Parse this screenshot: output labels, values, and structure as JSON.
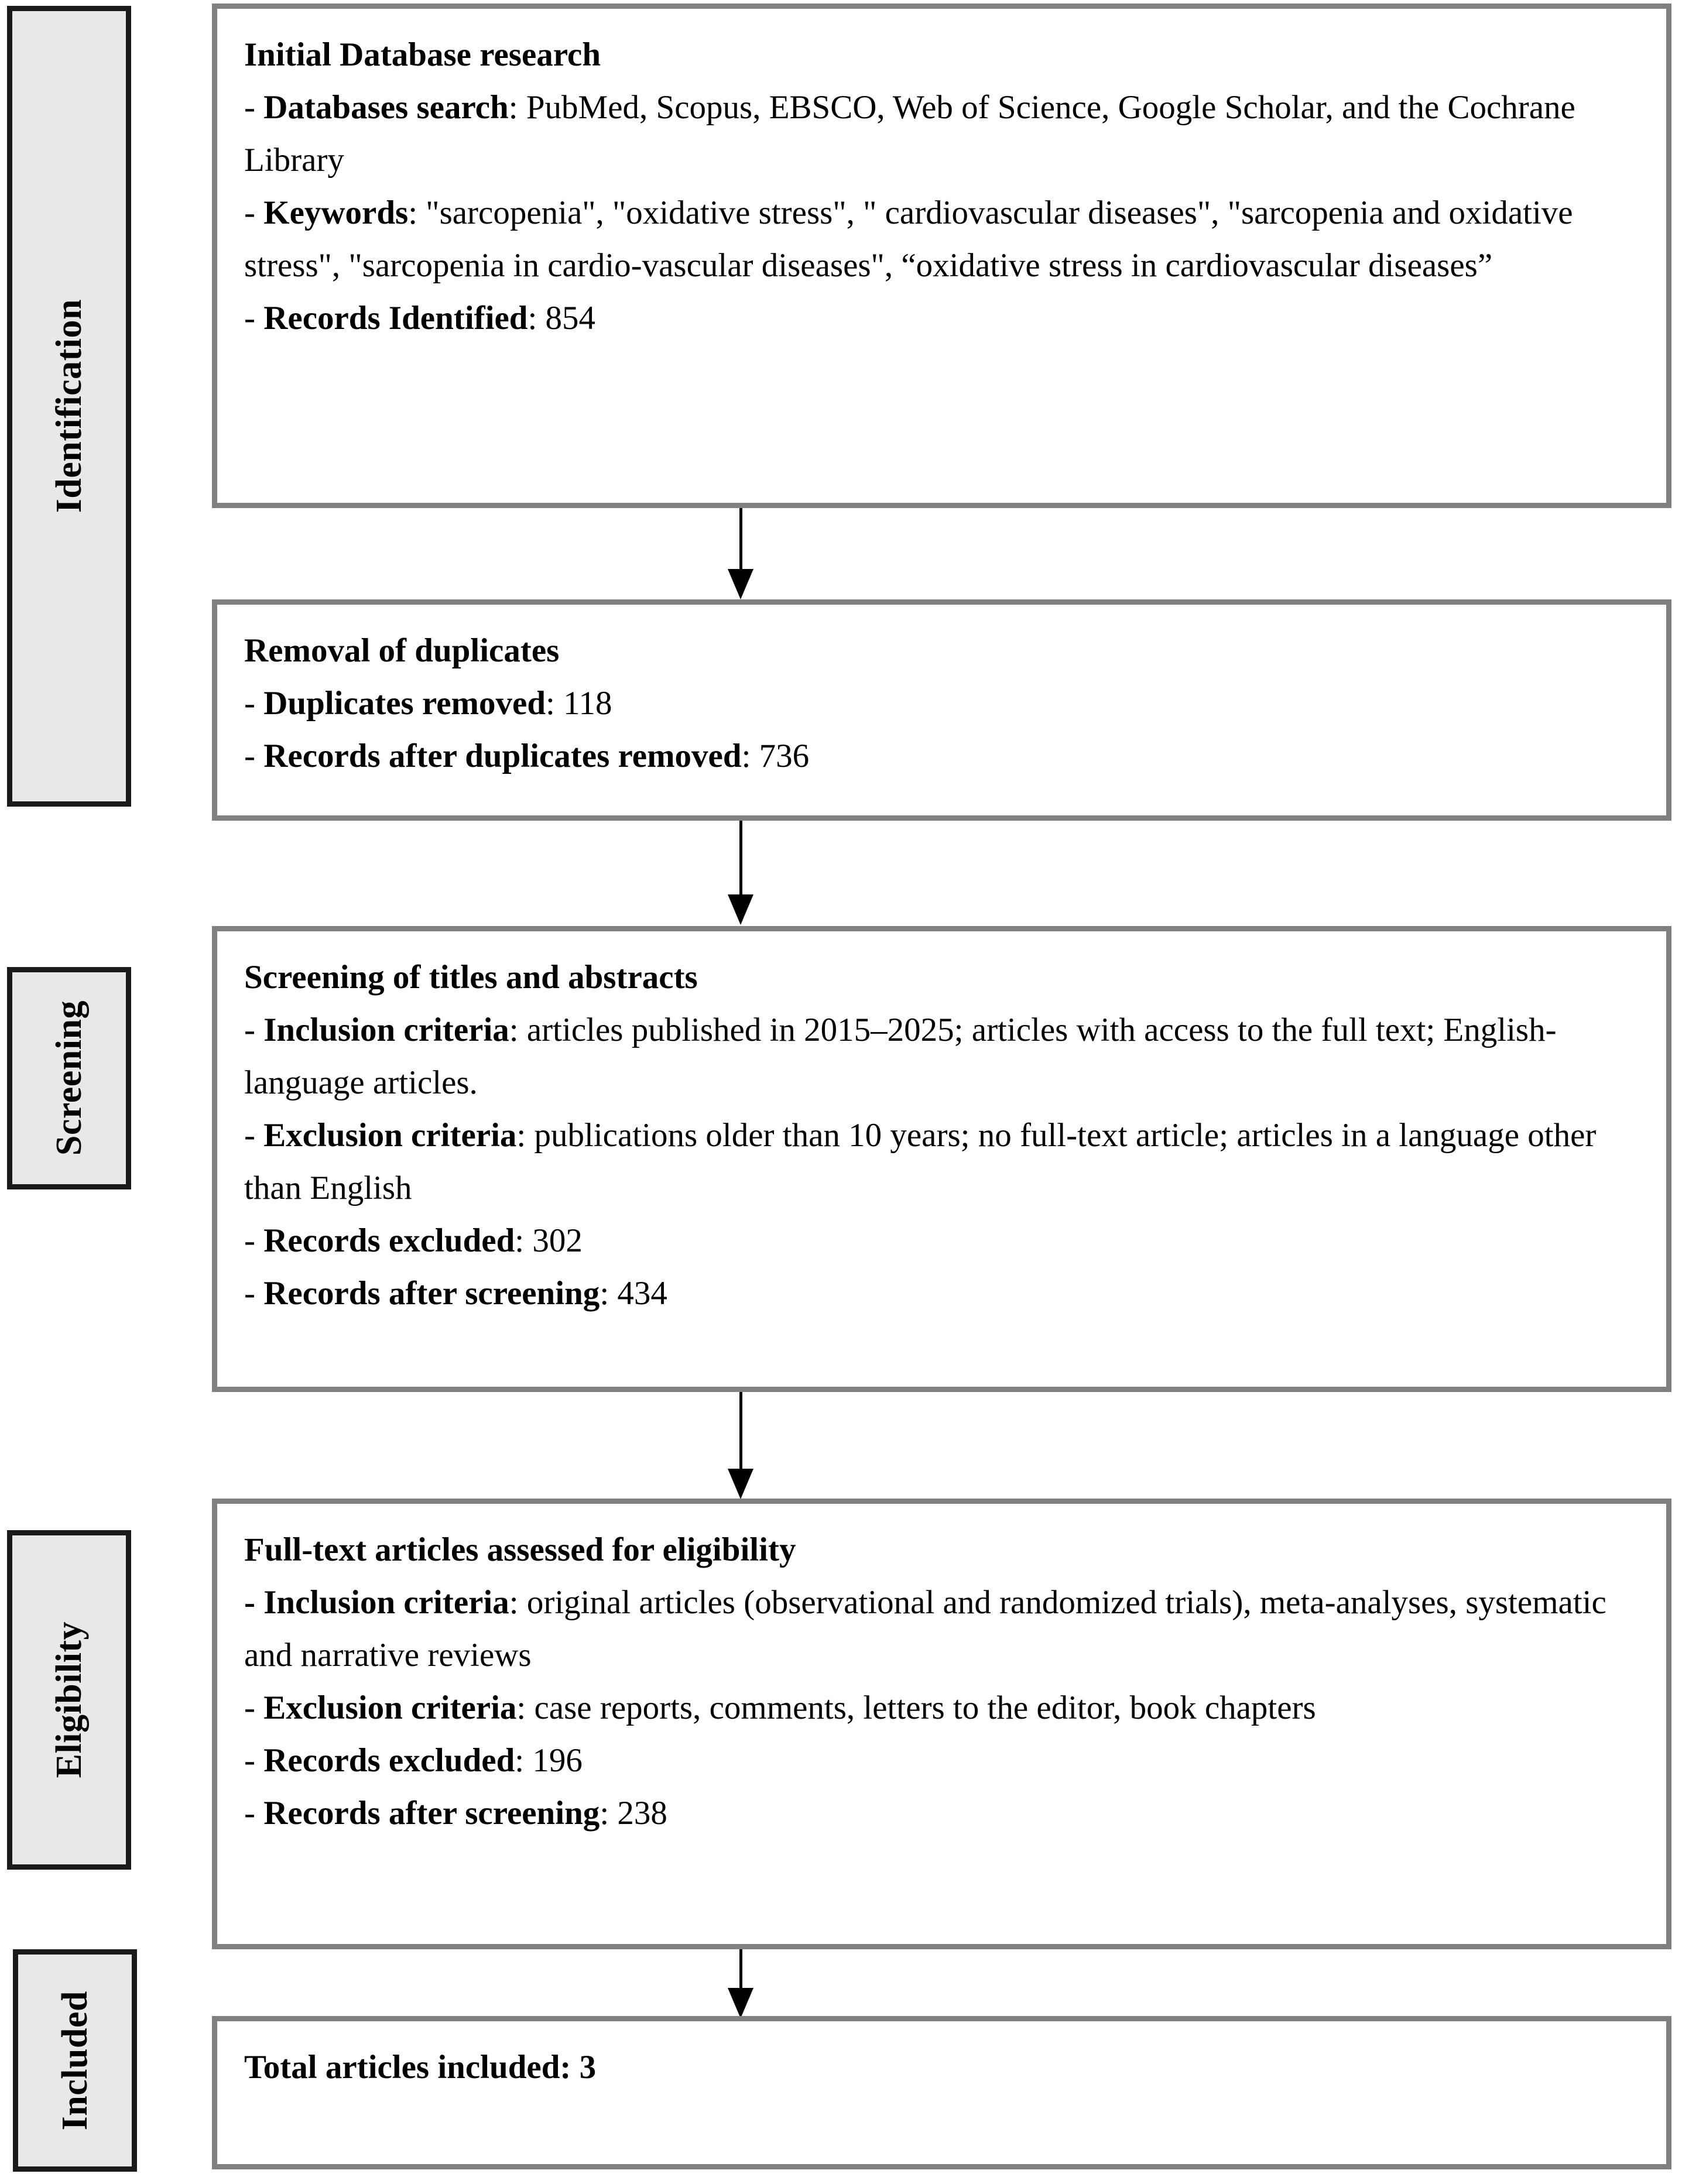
{
  "diagram": {
    "type": "prisma-flow-diagram",
    "title": "PRISMA flow diagram of study selection",
    "colors": {
      "stage_fill": "#e8e8e8",
      "stage_border": "#1a1a1a",
      "box_border": "#808080",
      "box_fill": "#ffffff",
      "text": "#000000",
      "arrow": "#000000"
    }
  },
  "stages": [
    {
      "id": "identification",
      "label": "Identification"
    },
    {
      "id": "screening",
      "label": "Screening"
    },
    {
      "id": "eligibility",
      "label": "Eligibility"
    },
    {
      "id": "included",
      "label": "Included"
    }
  ],
  "boxes": {
    "identification": {
      "heading": "Initial Database research",
      "lines": [
        {
          "prefix": "- ",
          "bold": "Databases search",
          "rest": ": PubMed, Scopus, EBSCO, Web of Science, Google Scholar, and the Cochrane Library"
        },
        {
          "prefix": "- ",
          "bold": "Keywords",
          "rest": ": \"sarcopenia\", \"oxidative stress\", \" cardiovascular diseases\", \"sarcopenia and oxidative stress\", \"sarcopenia in cardio-vascular diseases\", “oxidative stress in cardiovascular diseases”"
        },
        {
          "prefix": "- ",
          "bold": "Records Identified",
          "rest": ": 854"
        }
      ]
    },
    "duplicates": {
      "heading": "Removal of duplicates",
      "lines": [
        {
          "prefix": "- ",
          "bold": "Duplicates removed",
          "rest": ": 118"
        },
        {
          "prefix": "- ",
          "bold": "Records after duplicates removed",
          "rest": ": 736"
        }
      ]
    },
    "screening": {
      "heading": "Screening of titles and abstracts",
      "lines": [
        {
          "prefix": "- ",
          "bold": "Inclusion criteria",
          "rest": ": articles published in 2015–2025; articles with access to the full text; English-language articles."
        },
        {
          "prefix": "- ",
          "bold": "Exclusion criteria",
          "rest": ": publications older than 10 years; no full-text article; articles in a language other than English"
        },
        {
          "prefix": "- ",
          "bold": "Records excluded",
          "rest": ": 302"
        },
        {
          "prefix": "- ",
          "bold": "Records after screening",
          "rest": ": 434"
        }
      ]
    },
    "eligibility": {
      "heading": "Full-text articles assessed for eligibility",
      "lines": [
        {
          "prefix": "",
          "bold": "- Inclusion criteria",
          "rest": ": original articles (observational and randomized trials), meta-analyses, systematic and narrative reviews"
        },
        {
          "prefix": "- ",
          "bold": "Exclusion criteria",
          "rest": ": case reports, comments, letters to the editor, book chapters"
        },
        {
          "prefix": "- ",
          "bold": "Records excluded",
          "rest": ": 196"
        },
        {
          "prefix": "- ",
          "bold": "Records after screening",
          "rest": ": 238"
        }
      ]
    },
    "included": {
      "heading": "Total articles included: 3",
      "lines": []
    }
  },
  "counts": {
    "records_identified": 854,
    "duplicates_removed": 118,
    "records_after_duplicates": 736,
    "records_excluded_screening": 302,
    "records_after_screening": 434,
    "records_excluded_eligibility": 196,
    "records_after_eligibility": 238,
    "total_included": 3
  },
  "arrows": [
    {
      "id": "arrow-identification-to-duplicates",
      "from": "identification",
      "to": "duplicates"
    },
    {
      "id": "arrow-duplicates-to-screening",
      "from": "duplicates",
      "to": "screening"
    },
    {
      "id": "arrow-screening-to-eligibility",
      "from": "screening",
      "to": "eligibility"
    },
    {
      "id": "arrow-eligibility-to-included",
      "from": "eligibility",
      "to": "included"
    }
  ]
}
